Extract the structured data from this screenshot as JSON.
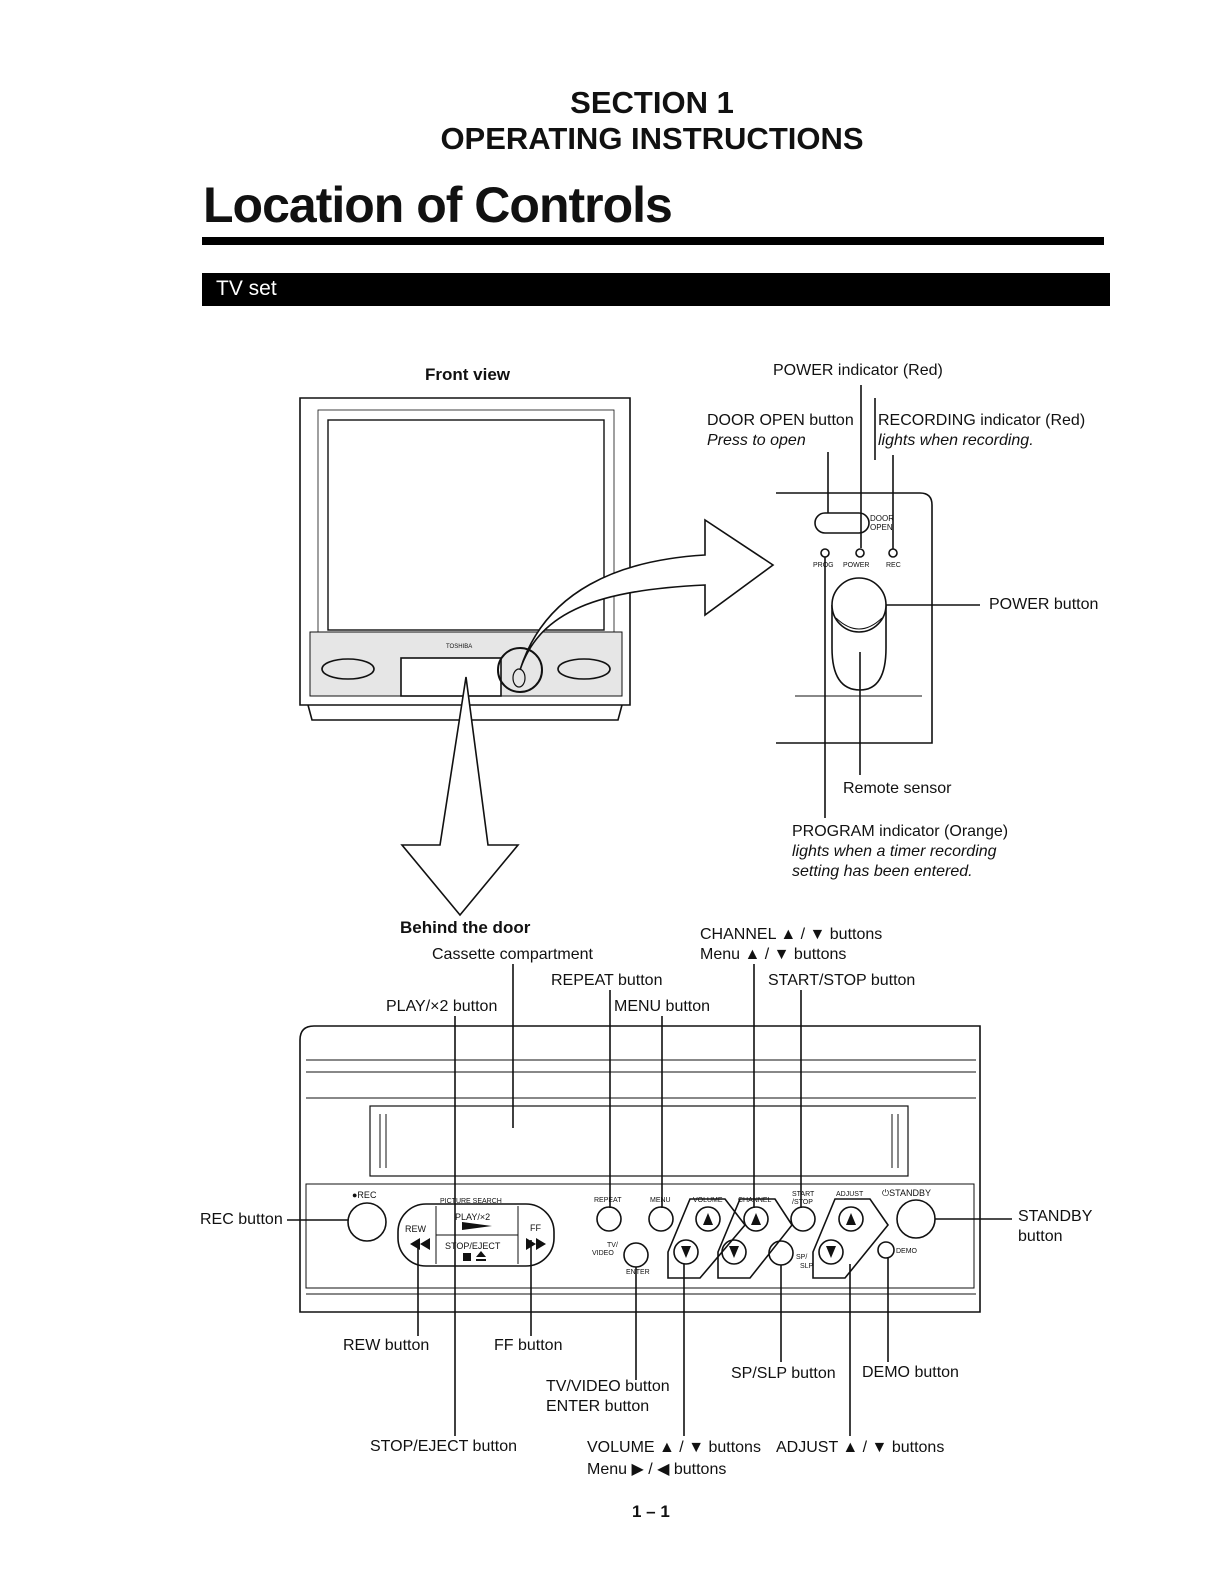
{
  "header": {
    "section": "SECTION 1",
    "subtitle": "OPERATING INSTRUCTIONS",
    "title": "Location of Controls",
    "bar_label": "TV set"
  },
  "front": {
    "heading": "Front view",
    "power_indicator": "POWER indicator (Red)",
    "door_open_button": "DOOR OPEN button",
    "door_open_note": "Press to open",
    "recording_indicator": "RECORDING indicator (Red)",
    "recording_note": "lights when recording.",
    "power_button": "POWER button",
    "remote_sensor": "Remote sensor",
    "program_indicator": "PROGRAM indicator (Orange)",
    "program_note_1": "lights when a timer recording",
    "program_note_2": "setting has been entered.",
    "panel_door": "DOOR",
    "panel_open": "OPEN",
    "panel_prog": "PROG",
    "panel_power": "POWER",
    "panel_rec": "REC",
    "brand": "TOSHIBA"
  },
  "door": {
    "heading": "Behind the door",
    "cassette": "Cassette compartment",
    "channel": "CHANNEL ▲ / ▼ buttons",
    "menu_updown": "Menu ▲ / ▼ buttons",
    "repeat": "REPEAT button",
    "start_stop": "START/STOP button",
    "play": "PLAY/×2 button",
    "menu": "MENU button",
    "rec": "REC button",
    "standby_1": "STANDBY",
    "standby_2": "button",
    "rew": "REW button",
    "ff": "FF button",
    "sp_slp": "SP/SLP button",
    "demo": "DEMO button",
    "tv_video": "TV/VIDEO button",
    "enter": "ENTER button",
    "stop_eject": "STOP/EJECT button",
    "volume": "VOLUME ▲ / ▼ buttons",
    "menu_leftright": "Menu ▶ / ◀ buttons",
    "adjust": "ADJUST ▲ / ▼ buttons"
  },
  "panel": {
    "rec": "●REC",
    "picture_search": "PICTURE SEARCH",
    "rew": "REW",
    "play": "PLAY/×2",
    "ff": "FF",
    "stop_eject": "STOP/EJECT",
    "repeat": "REPEAT",
    "menu": "MENU",
    "volume": "VOLUME",
    "channel": "CHANNEL",
    "start": "START",
    "stop": "/STOP",
    "adjust": "ADJUST",
    "standby": "⏻STANDBY",
    "tv": "TV/",
    "video": "VIDEO",
    "enter": "ENTER",
    "sp": "SP/",
    "slp": "SLP",
    "demo": "DEMO"
  },
  "footer": {
    "page": "1 – 1"
  }
}
